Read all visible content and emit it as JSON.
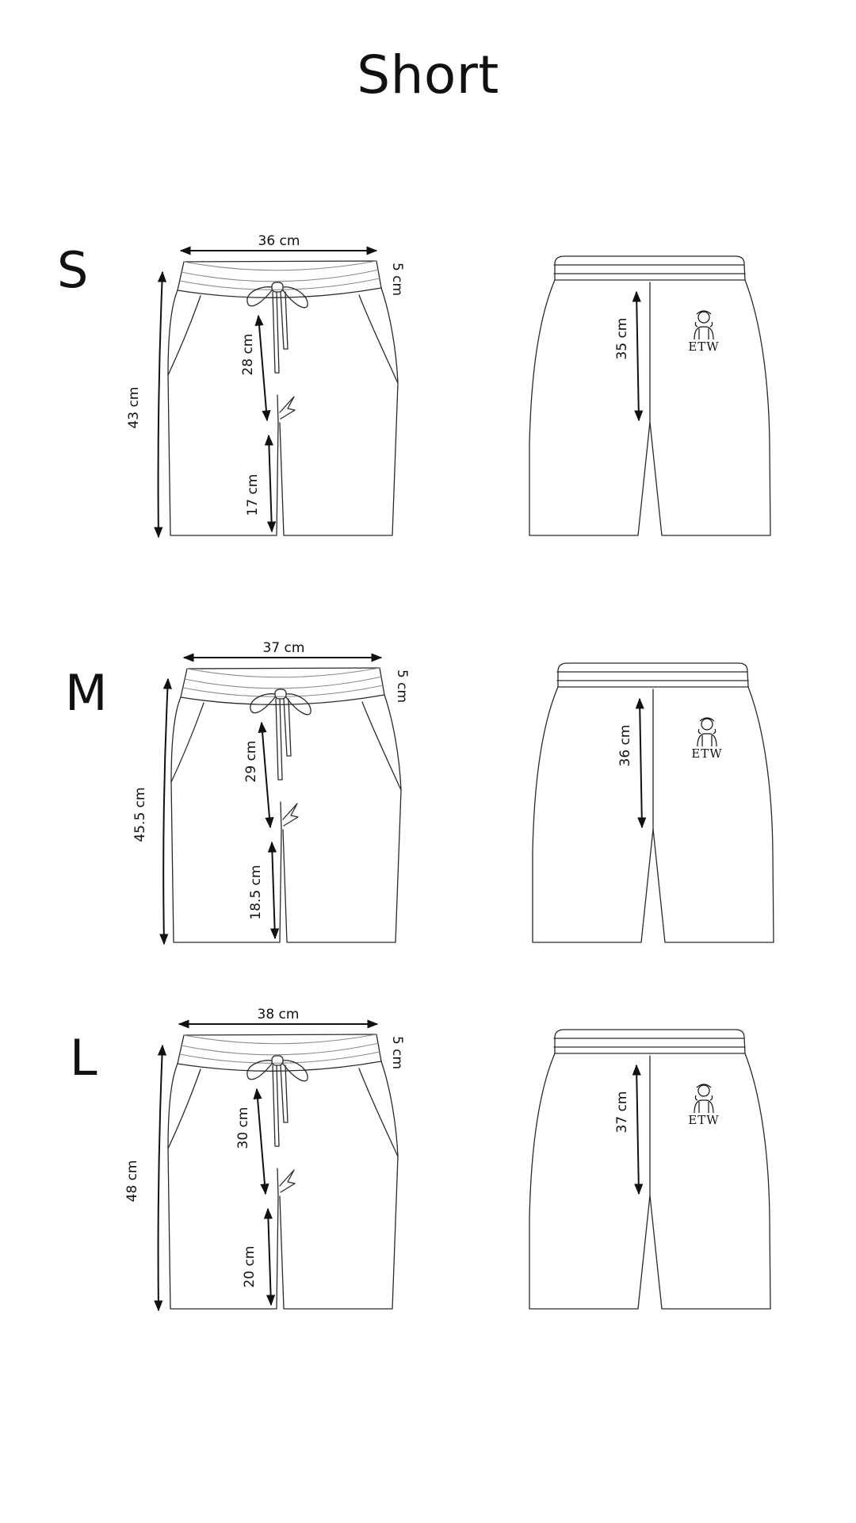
{
  "title": "Short",
  "logo": {
    "text": "ETW",
    "icon": "backpacker-person-icon"
  },
  "sizes": [
    {
      "label": "S",
      "front": {
        "waist_width": "36 cm",
        "waistband_height": "5 cm",
        "total_length": "43 cm",
        "rise": "28 cm",
        "inseam": "17 cm"
      },
      "back": {
        "back_rise": "35 cm"
      }
    },
    {
      "label": "M",
      "front": {
        "waist_width": "37 cm",
        "waistband_height": "5 cm",
        "total_length": "45.5 cm",
        "rise": "29 cm",
        "inseam": "18.5 cm"
      },
      "back": {
        "back_rise": "36 cm"
      }
    },
    {
      "label": "L",
      "front": {
        "waist_width": "38 cm",
        "waistband_height": "5 cm",
        "total_length": "48 cm",
        "rise": "30 cm",
        "inseam": "20 cm"
      },
      "back": {
        "back_rise": "37 cm"
      }
    }
  ],
  "colors": {
    "background": "#ffffff",
    "line": "#2a2a2a",
    "text": "#111111"
  }
}
